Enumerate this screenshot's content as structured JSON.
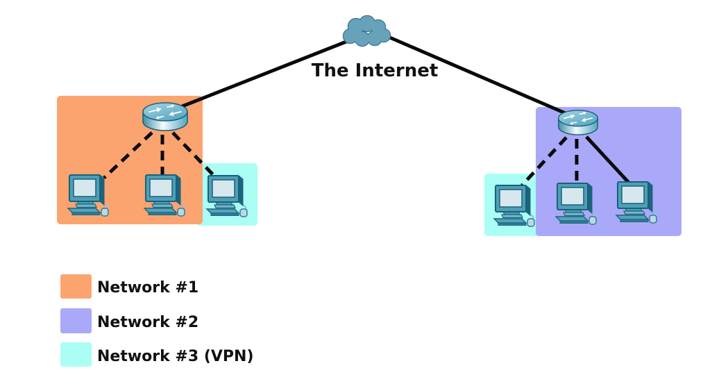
{
  "diagram": {
    "internet_label": "The Internet",
    "topology": {
      "internet": {
        "icon": "cloud-icon",
        "label": "The Internet"
      },
      "network1": {
        "name": "Network #1",
        "router_count": 1,
        "pc_count": 3,
        "links_to_pcs": [
          "dashed",
          "dashed",
          "dashed"
        ],
        "link_to_internet": "solid"
      },
      "network2": {
        "name": "Network #2",
        "router_count": 1,
        "pc_count": 3,
        "links_to_pcs": [
          "dashed",
          "dashed",
          "solid"
        ],
        "link_to_internet": "solid"
      },
      "network3": {
        "name": "Network #3 (VPN)",
        "members": [
          "right pc of Network #1",
          "left pc of Network #2"
        ]
      }
    }
  },
  "colors": {
    "network1": "#FBA470",
    "network2": "#AAA8F8",
    "network3": "#AAFEF4",
    "cloud": "#68A1BA",
    "line": "#0A0A0A"
  },
  "legend": {
    "items": [
      {
        "label": "Network #1"
      },
      {
        "label": "Network #2"
      },
      {
        "label": "Network #3 (VPN)"
      }
    ]
  }
}
